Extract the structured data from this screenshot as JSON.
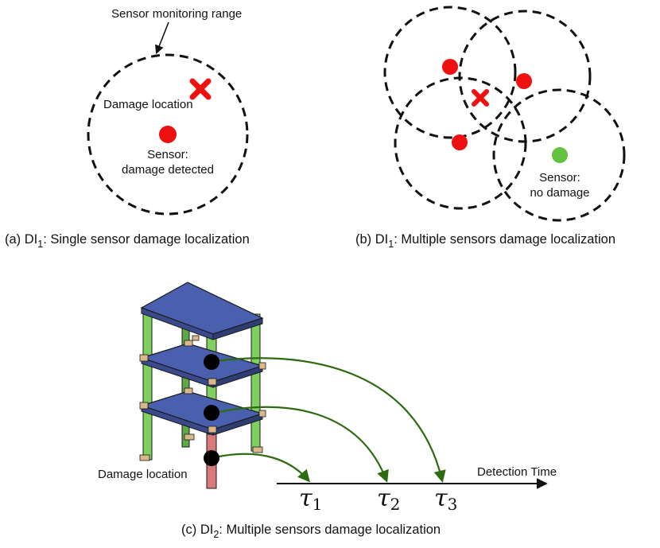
{
  "panel_a": {
    "range_label": "Sensor monitoring range",
    "damage_label": "Damage location",
    "sensor_label_1": "Sensor:",
    "sensor_label_2": "damage detected",
    "caption_prefix": "(a) DI",
    "caption_sub": "1",
    "caption_rest": ": Single sensor damage localization"
  },
  "panel_b": {
    "sensor_label_1": "Sensor:",
    "sensor_label_2": "no damage",
    "caption_prefix": "(b) DI",
    "caption_sub": "1",
    "caption_rest": ": Multiple sensors damage localization"
  },
  "panel_c": {
    "damage_label": "Damage location",
    "axis_label": "Detection Time",
    "tau_symbol": "τ",
    "tau_indices": [
      "1",
      "2",
      "3"
    ],
    "caption_prefix": "(c) DI",
    "caption_sub": "2",
    "caption_rest": ": Multiple sensors damage localization"
  },
  "colors": {
    "damage_red": "#ee1111",
    "no_damage_green": "#66c040",
    "slab_blue": "#4a5fae",
    "column_green": "#7fd060",
    "damaged_column": "#d97a7a",
    "wave_arrow": "#2e6a10",
    "joint_tan": "#d9b98c"
  }
}
